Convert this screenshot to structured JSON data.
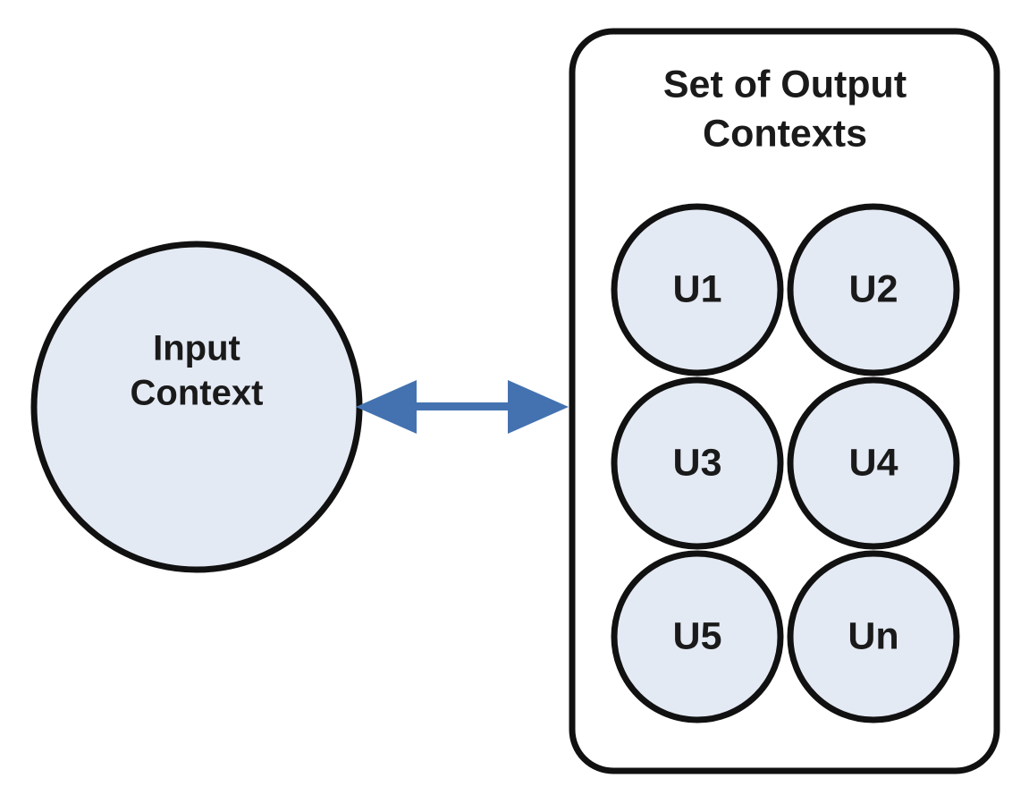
{
  "diagram": {
    "type": "concept-diagram",
    "colors": {
      "node_fill": "#e4eaf4",
      "node_border": "#111111",
      "arrow": "#4472b0",
      "background": "#ffffff",
      "text": "#1a1a1a"
    },
    "input_node": {
      "shape": "circle",
      "label_line1": "Input",
      "label_line2": "Context"
    },
    "connector": {
      "icon": "double-headed-arrow",
      "direction": "bidirectional",
      "color": "#4472b0"
    },
    "output_group": {
      "shape": "rounded-rectangle",
      "title_line1": "Set of Output",
      "title_line2": "Contexts",
      "nodes": [
        {
          "id": "u1",
          "label": "U1"
        },
        {
          "id": "u2",
          "label": "U2"
        },
        {
          "id": "u3",
          "label": "U3"
        },
        {
          "id": "u4",
          "label": "U4"
        },
        {
          "id": "u5",
          "label": "U5"
        },
        {
          "id": "un",
          "label": "Un"
        }
      ]
    }
  }
}
